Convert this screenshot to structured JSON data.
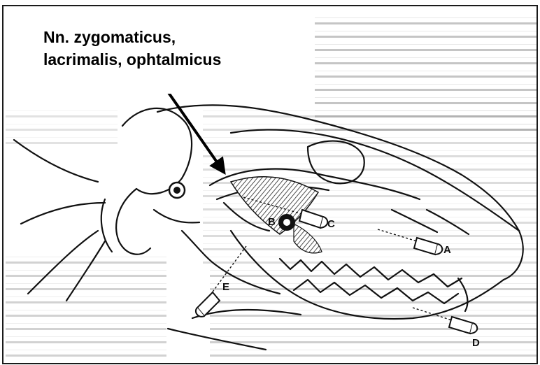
{
  "annotation": {
    "line1": "Nn. zygomaticus,",
    "line2": "lacrimalis, ophtalmicus"
  },
  "injection_sites": [
    {
      "id": "A",
      "label": "A"
    },
    {
      "id": "B",
      "label": "B"
    },
    {
      "id": "C",
      "label": "C"
    },
    {
      "id": "D",
      "label": "D"
    },
    {
      "id": "E",
      "label": "E"
    }
  ],
  "colors": {
    "ink": "#111111",
    "background_text": "#6d6d6d",
    "paper": "#ffffff",
    "arrow": "#000000"
  }
}
